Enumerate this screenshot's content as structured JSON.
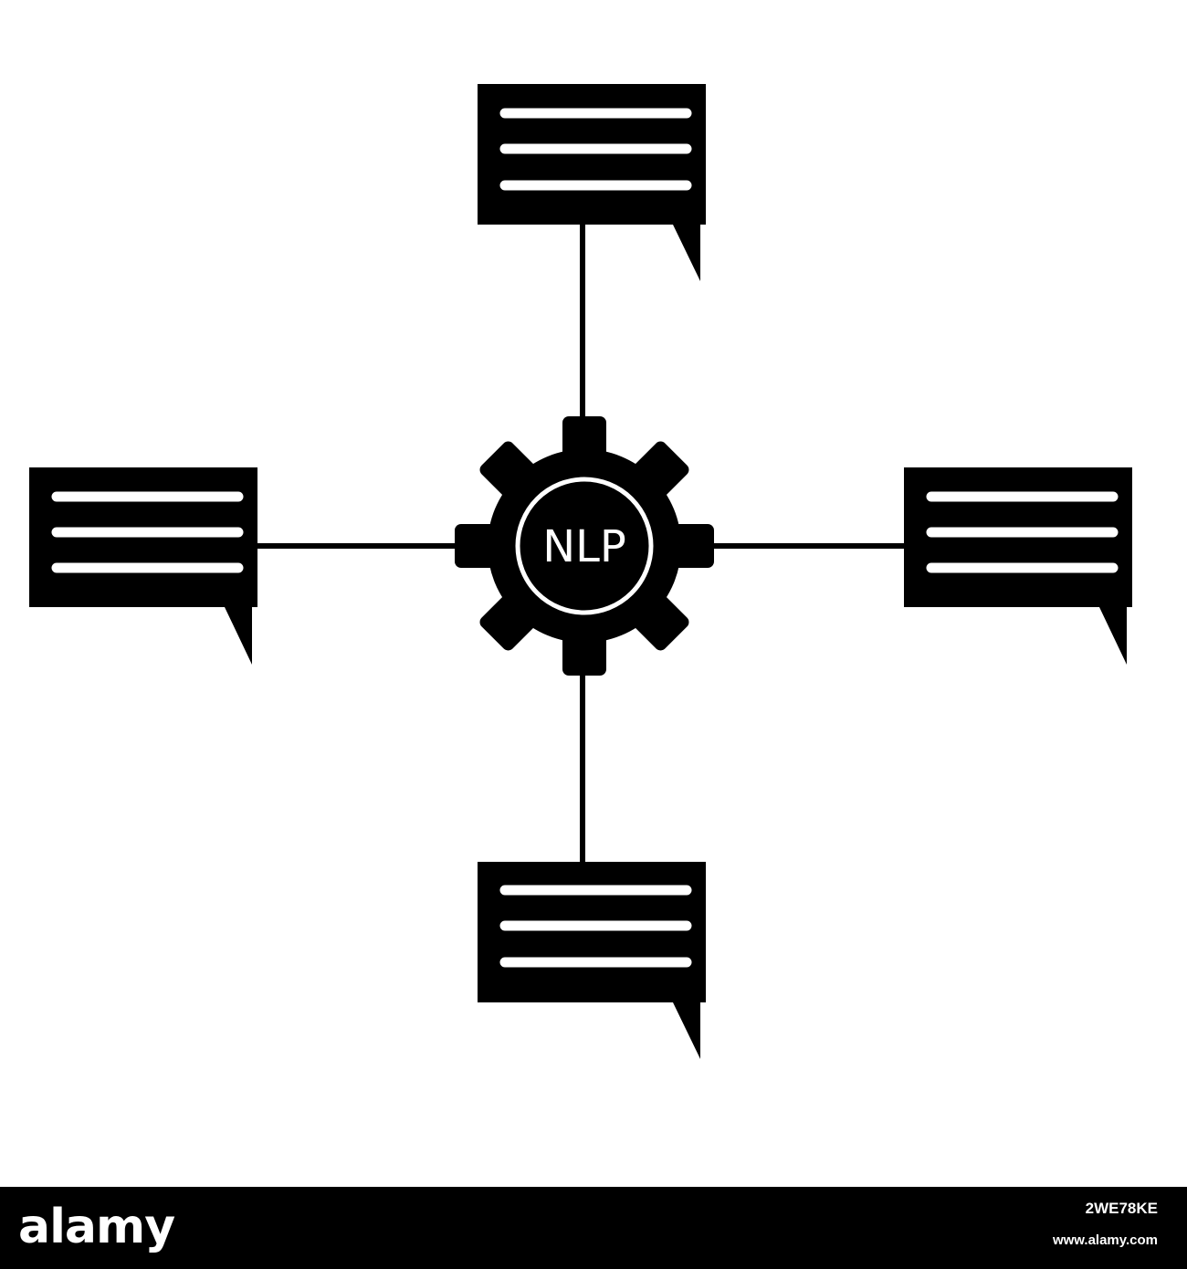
{
  "diagram": {
    "center_label": "NLP",
    "nodes": [
      {
        "id": "top",
        "kind": "speech-bubble"
      },
      {
        "id": "left",
        "kind": "speech-bubble"
      },
      {
        "id": "right",
        "kind": "speech-bubble"
      },
      {
        "id": "bottom",
        "kind": "speech-bubble"
      }
    ],
    "edges": [
      {
        "from": "gear",
        "to": "top"
      },
      {
        "from": "gear",
        "to": "left"
      },
      {
        "from": "gear",
        "to": "right"
      },
      {
        "from": "gear",
        "to": "bottom"
      }
    ],
    "colors": {
      "ink": "#000000",
      "background": "#ffffff",
      "lines": "#ffffff"
    }
  },
  "footer": {
    "brand": "alamy",
    "image_id": "2WE78KE",
    "site": "www.alamy.com"
  }
}
